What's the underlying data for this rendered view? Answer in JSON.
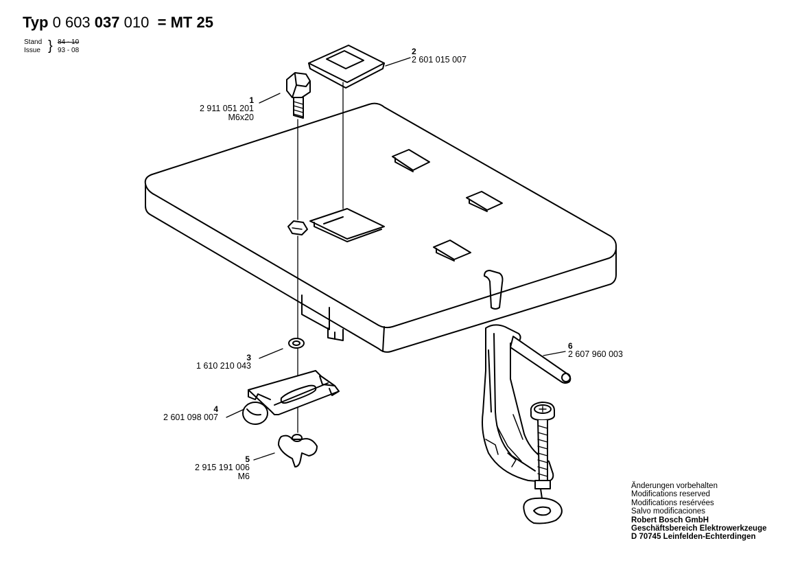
{
  "header": {
    "typ_label": "Typ",
    "typ_number_1": "0 603",
    "typ_number_2": "037",
    "typ_number_3": "010",
    "equals": "=",
    "model": "MT 25"
  },
  "stand": {
    "label_1": "Stand",
    "label_2": "Issue",
    "value_1": "84 - 10",
    "value_2": "93 - 08"
  },
  "parts": [
    {
      "pos": "1",
      "number": "2 911 051 201",
      "spec": "M6x20",
      "name": "hex-bolt"
    },
    {
      "pos": "2",
      "number": "2 601 015 007",
      "spec": "",
      "name": "insert-plate"
    },
    {
      "pos": "3",
      "number": "1 610 210 043",
      "spec": "",
      "name": "washer"
    },
    {
      "pos": "4",
      "number": "2 601 098 007",
      "spec": "",
      "name": "clamp-piece"
    },
    {
      "pos": "5",
      "number": "2 915 191 006",
      "spec": "M6",
      "name": "wing-nut"
    },
    {
      "pos": "6",
      "number": "2 607 960 003",
      "spec": "",
      "name": "screw-clamp"
    }
  ],
  "footer": {
    "notice_lines": [
      "Änderungen vorbehalten",
      "Modifications reserved",
      "Modifications resérvées",
      "Salvo modificaciones"
    ],
    "company_lines": [
      "Robert Bosch GmbH",
      "Geschäftsbereich Elektrowerkzeuge",
      "D 70745 Leinfelden-Echterdingen"
    ]
  },
  "colors": {
    "ink": "#000000",
    "paper": "#ffffff"
  }
}
